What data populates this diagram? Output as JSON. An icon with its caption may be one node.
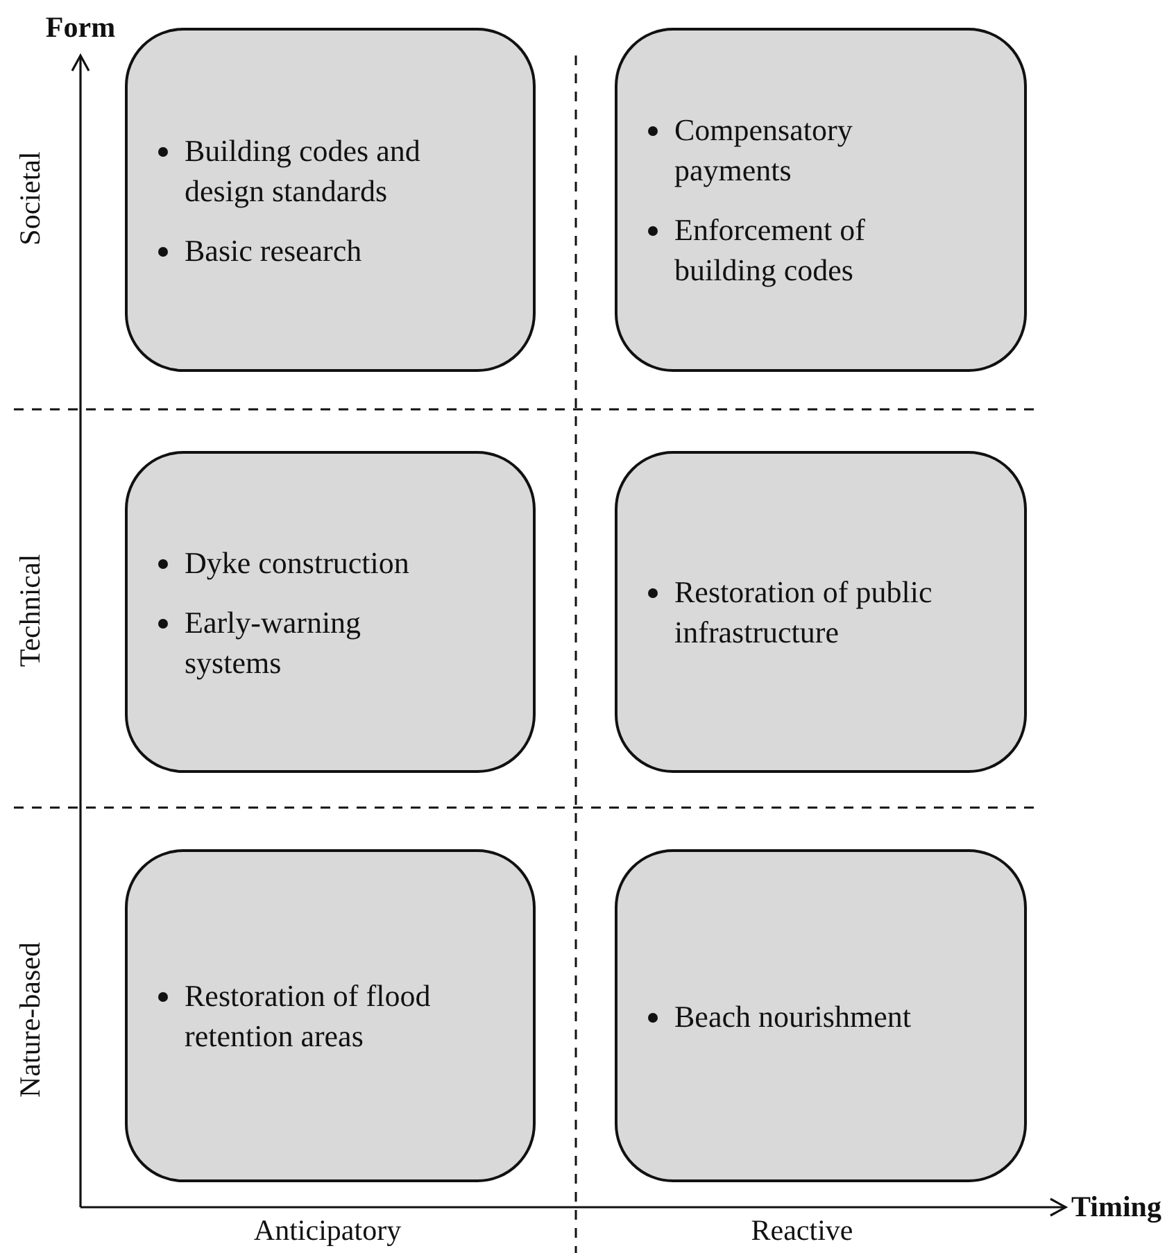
{
  "diagram": {
    "nodes": [
      {
        "text": [
          "Building codes and design standards",
          "Basic research"
        ]
      },
      {
        "text": [
          "Compensatory payments",
          "Enforcement of building codes"
        ]
      },
      {
        "text": [
          "Dyke construction",
          "Early-warning systems"
        ]
      },
      {
        "text": [
          "Restoration of public infrastructure"
        ]
      },
      {
        "text": [
          "Restoration of flood retention areas"
        ]
      },
      {
        "text": [
          "Beach nourishment"
        ]
      }
    ],
    "labels": [
      "Form",
      "Societal",
      "Technical",
      "Nature-based",
      "Timing",
      "Anticipatory",
      "Reactive"
    ]
  }
}
